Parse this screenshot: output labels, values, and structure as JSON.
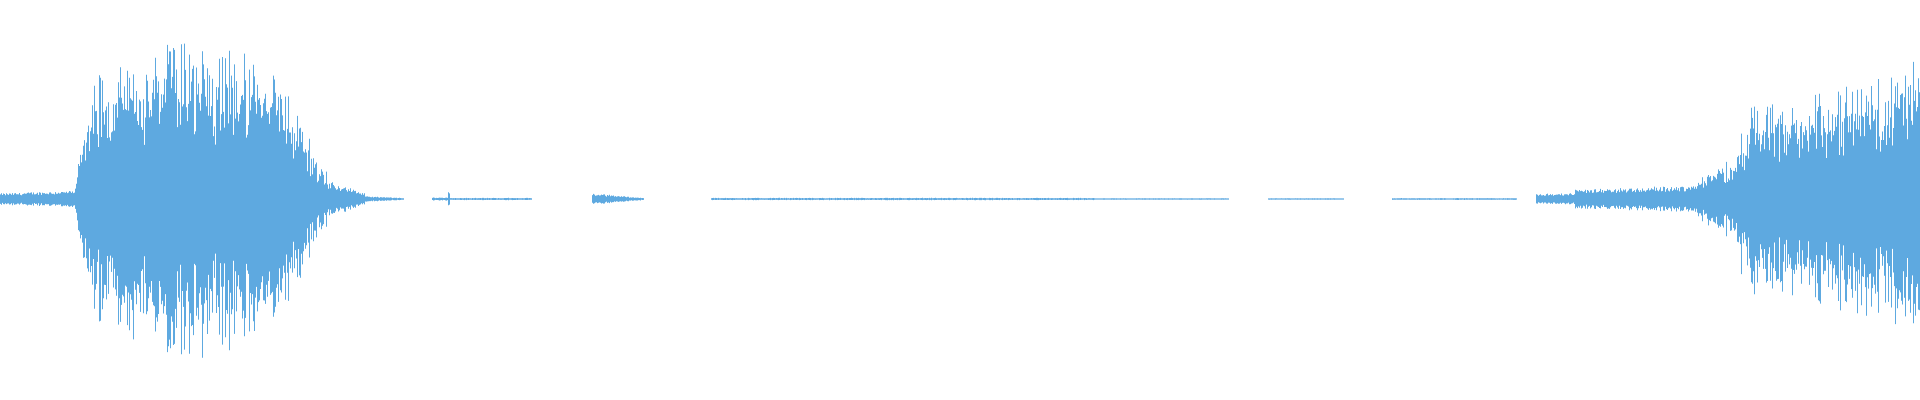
{
  "waveform": {
    "color": "#5ea9e0",
    "background": "#ffffff",
    "duration_frames": 1920,
    "amplitude_profile": [
      {
        "from": 0,
        "to": 0.039,
        "start": 0.03,
        "end": 0.045
      },
      {
        "from": 0.039,
        "to": 0.042,
        "start": 0.05,
        "end": 0.25
      },
      {
        "from": 0.042,
        "to": 0.05,
        "start": 0.3,
        "end": 0.55
      },
      {
        "from": 0.05,
        "to": 0.11,
        "start": 0.55,
        "end": 0.75
      },
      {
        "from": 0.11,
        "to": 0.15,
        "start": 0.7,
        "end": 0.55
      },
      {
        "from": 0.15,
        "to": 0.17,
        "start": 0.45,
        "end": 0.12
      },
      {
        "from": 0.17,
        "to": 0.19,
        "start": 0.1,
        "end": 0.03
      },
      {
        "from": 0.19,
        "to": 0.21,
        "start": 0.015,
        "end": 0.005
      },
      {
        "from": 0.225,
        "to": 0.233,
        "start": 0.008,
        "end": 0.008
      },
      {
        "from": 0.233,
        "to": 0.234,
        "start": 0.05,
        "end": 0.05
      },
      {
        "from": 0.234,
        "to": 0.277,
        "start": 0.006,
        "end": 0.006
      },
      {
        "from": 0.308,
        "to": 0.335,
        "start": 0.03,
        "end": 0.006
      },
      {
        "from": 0.37,
        "to": 0.57,
        "start": 0.006,
        "end": 0.006
      },
      {
        "from": 0.57,
        "to": 0.64,
        "start": 0.004,
        "end": 0.004
      },
      {
        "from": 0.66,
        "to": 0.7,
        "start": 0.004,
        "end": 0.004
      },
      {
        "from": 0.725,
        "to": 0.79,
        "start": 0.005,
        "end": 0.005
      },
      {
        "from": 0.8,
        "to": 0.82,
        "start": 0.03,
        "end": 0.03
      },
      {
        "from": 0.82,
        "to": 0.88,
        "start": 0.05,
        "end": 0.07
      },
      {
        "from": 0.88,
        "to": 0.905,
        "start": 0.07,
        "end": 0.2
      },
      {
        "from": 0.905,
        "to": 0.915,
        "start": 0.3,
        "end": 0.45
      },
      {
        "from": 0.915,
        "to": 0.99,
        "start": 0.4,
        "end": 0.55
      },
      {
        "from": 0.99,
        "to": 1.0,
        "start": 0.55,
        "end": 0.65
      }
    ]
  }
}
